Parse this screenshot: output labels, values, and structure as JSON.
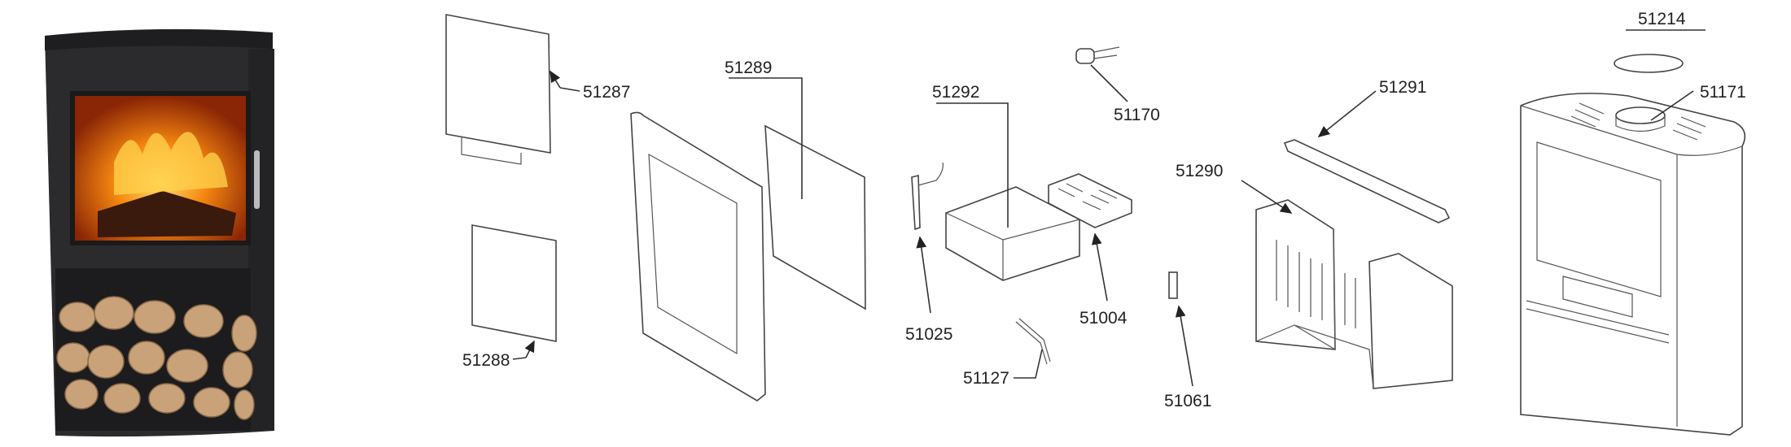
{
  "diagram": {
    "parts": {
      "p51287": "51287",
      "p51288": "51288",
      "p51289": "51289",
      "p51292": "51292",
      "p51170": "51170",
      "p51025": "51025",
      "p51004": "51004",
      "p51127": "51127",
      "p51061": "51061",
      "p51290": "51290",
      "p51291": "51291",
      "p51214": "51214",
      "p51171": "51171"
    },
    "colors": {
      "stove_body": "#2b2b2d",
      "fire": "#f07a10",
      "wood": "#c9a27a",
      "line": "#333333"
    }
  }
}
